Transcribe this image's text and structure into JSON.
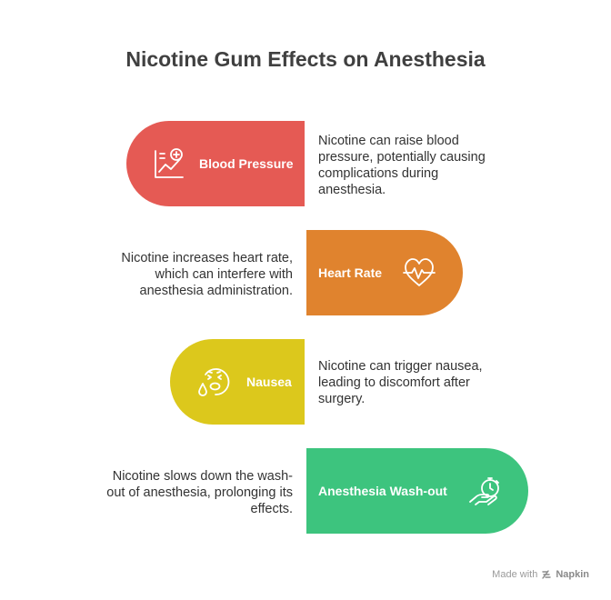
{
  "title": "Nicotine Gum Effects on Anesthesia",
  "items": [
    {
      "label": "Blood Pressure",
      "description": "Nicotine can raise blood pressure, potentially causing complications during anesthesia.",
      "color": "#E55A54",
      "icon": "blood-pressure-chart-icon"
    },
    {
      "label": "Heart Rate",
      "description": "Nicotine increases heart rate, which can interfere with anesthesia administration.",
      "color": "#E0832E",
      "icon": "heartbeat-icon"
    },
    {
      "label": "Nausea",
      "description": "Nicotine can trigger nausea, leading to discomfort after surgery.",
      "color": "#DCC81C",
      "icon": "nauseous-face-icon"
    },
    {
      "label": "Anesthesia Wash-out",
      "description": "Nicotine slows down the wash-out of anesthesia, prolonging its effects.",
      "color": "#3DC47E",
      "icon": "hand-stopwatch-icon"
    }
  ],
  "footer": {
    "prefix": "Made with",
    "brand": "Napkin",
    "icon": "napkin-logo-icon"
  }
}
